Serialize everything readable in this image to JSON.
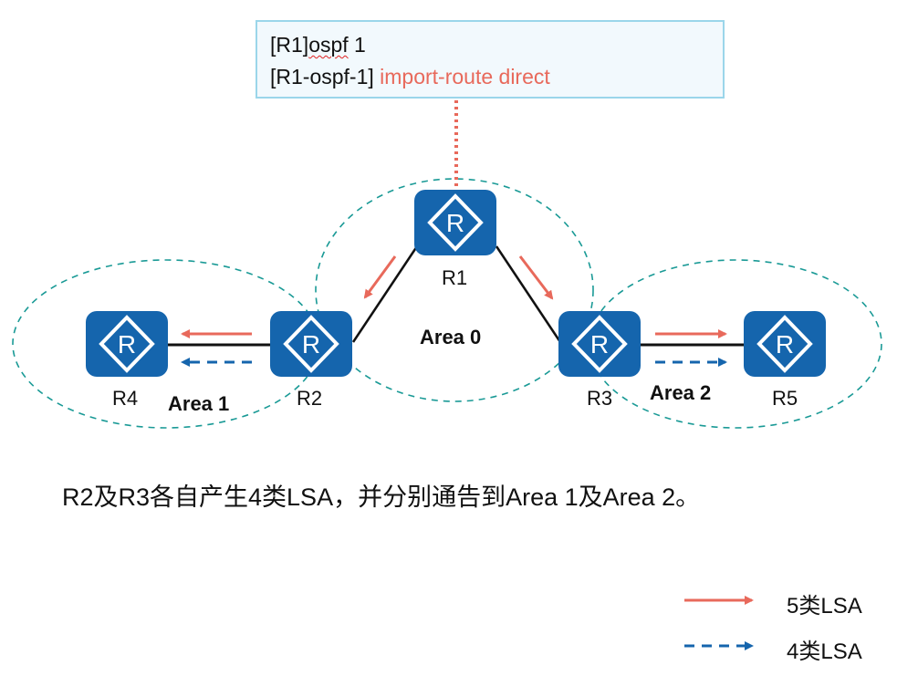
{
  "config_box": {
    "line1_prefix": "[R1]",
    "line1_cmd": "ospf",
    "line1_suffix": " 1",
    "line2_prefix": "[R1-ospf-1] ",
    "line2_cmd": "import-route direct"
  },
  "routers": [
    {
      "id": "R1",
      "label": "R1"
    },
    {
      "id": "R2",
      "label": "R2"
    },
    {
      "id": "R3",
      "label": "R3"
    },
    {
      "id": "R4",
      "label": "R4"
    },
    {
      "id": "R5",
      "label": "R5"
    }
  ],
  "router_icon": "router-icon",
  "areas": {
    "area0": "Area 0",
    "area1": "Area 1",
    "area2": "Area 2"
  },
  "caption": "R2及R3各自产生4类LSA，并分别通告到Area 1及Area 2。",
  "legend": {
    "type5_label": "5类LSA",
    "type4_label": "4类LSA"
  },
  "colors": {
    "router_fill": "#1565ad",
    "type5_arrow": "#e8695b",
    "type4_arrow": "#1565ad",
    "area_border": "#1a9a96",
    "config_border": "#9bd6ea",
    "config_bg": "#f2f9fd"
  }
}
